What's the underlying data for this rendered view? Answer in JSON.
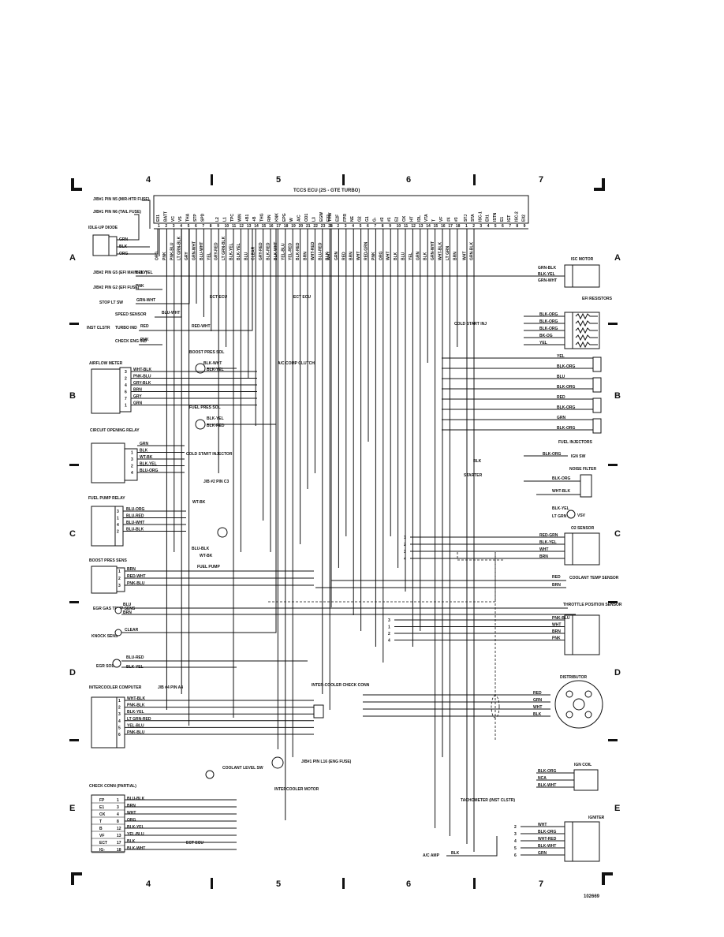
{
  "ecu": {
    "title": "TCCS ECU (2S - GTE TURBO)",
    "left_pins": [
      "E01",
      "BATT",
      "VC",
      "VS",
      "THA",
      "STP",
      "SPD",
      "",
      "L2",
      "L1",
      "TPC",
      "W/N",
      "+B1",
      "+B",
      "THG",
      "R/N",
      "KNK",
      "EPG",
      "W",
      "A/C",
      "OD1",
      "L3",
      "EGW",
      "E22"
    ],
    "middle_pins": [
      "THW",
      "E2F",
      "FPR",
      "NE",
      "G2",
      "G1",
      "G-",
      "#2",
      "#1",
      "E2",
      "OX",
      "HT",
      "IDL",
      "VTA",
      "T",
      "VF",
      "#4",
      "#3"
    ],
    "right_pins": [
      "STJ",
      "STA",
      "ISC-1",
      "E01",
      "ISTN",
      "E1",
      "IGT",
      "ISC-2",
      "E02"
    ]
  },
  "grid_numbers": [
    "4",
    "5",
    "6",
    "7"
  ],
  "grid_letters": [
    "A",
    "B",
    "C",
    "D",
    "E"
  ],
  "components": {
    "jb1_n5": "J/B#1 PIN N5 (MIR-HTR FUSE)",
    "jb1_n6": "J/B#1 PIN N6 (TAIL FUSE)",
    "idle_up_diode": "IDLE-UP DIODE",
    "jb2_g5": "J/B#2 PIN G5 (EFI MAIN RLY)",
    "jb2_g2": "J/B#2 PIN G2 (EFI FUSE)",
    "stop_lt_sw": "STOP LT SW",
    "speed_sensor": "SPEED SENSOR",
    "inst_clstr": "INST CLSTR",
    "turbo_ind": "TURBO IND",
    "check_eng_ind": "CHECK ENG IND",
    "boost_pres_sol": "BOOST PRES SOL",
    "ac_comp_clutch": "A/C COMP CLUTCH",
    "ect_ecu": "ECT ECU",
    "airflow_meter": "AIRFLOW METER",
    "fuel_pres_sol": "FUEL PRES SOL",
    "circuit_opening_relay": "CIRCUIT OPENING RELAY",
    "cold_start_injector": "COLD START INJECTOR",
    "jb2_c3": "J/B #2 PIN C3",
    "fuel_pump_relay": "FUEL PUMP RELAY",
    "fuel_pump": "FUEL PUMP",
    "boost_pres_sens": "BOOST PRES SENS",
    "egr_gas_temp": "EGR GAS TEMP SENS",
    "knock_sens": "KNOCK SENS",
    "egr_sol": "EGR SOL",
    "intercooler_computer": "INTERCOOLER COMPUTER",
    "jb4_a4": "J/B #4 PIN A4",
    "intercooler_check_conn": "INTER-COOLER CHECK CONN",
    "coolant_level_sw": "COOLANT LEVEL SW",
    "jb1_l16": "J/B#1 PIN L16 (ENG FUSE)",
    "intercooler_motor": "INTERCOOLER MOTOR",
    "check_conn": "CHECK CONN (PARTIAL)",
    "isc_motor": "ISC MOTOR",
    "efi_resistors": "EFI RESISTORS",
    "cold_start_inj": "COLD START INJ",
    "fuel_injectors": "FUEL INJECTORS",
    "ign_sw": "IGN SW",
    "noise_filter": "NOISE FILTER",
    "starter": "STARTER",
    "vsv": "VSV",
    "o2_sensor": "O2 SENSOR",
    "coolant_temp_sensor": "COOLANT TEMP SENSOR",
    "throttle_position_sensor": "THROTTLE POSITION SENSOR",
    "distributor": "DISTRIBUTOR",
    "ign_coil": "IGN COIL",
    "tachometer": "TACHOMETER (INST CLSTR)",
    "igniter": "IGNITER",
    "ac_amp": "A/C AMP",
    "ect_ecu_short": "ECT ECU"
  },
  "wires": {
    "idle_up": [
      "GRN",
      "BLK",
      "ORG"
    ],
    "speed": "BLU-WHT",
    "turbo": "RED",
    "turbo_out": "RED-WHT",
    "check": "PNK",
    "stop": "GRN-WHT",
    "g5": "BLK-YEL",
    "g2": "PNK",
    "boost_sol": [
      "BLK-WHT",
      "BLK-YEL"
    ],
    "airflow": [
      "WHT-BLK",
      "PNK-BLU",
      "GRY-BLK",
      "BRN",
      "GRY",
      "GRN"
    ],
    "fuel_sol": [
      "BLK-YEL",
      "BLK-RED"
    ],
    "cor": [
      "GRN",
      "BLK",
      "WT-BK",
      "BLK-YEL",
      "BLU-ORG"
    ],
    "jb_c3": "WT-BK",
    "fpr": [
      "BLU-ORG",
      "BLU-RED",
      "BLU-WHT",
      "BLU-BLK"
    ],
    "fuel_pump": [
      "BLU-BLK",
      "WT-BK"
    ],
    "boost_sens": [
      "BRN",
      "RED-WHT",
      "PNK-BLU"
    ],
    "egr_temp": [
      "BLU",
      "BRN"
    ],
    "knock": "CLEAR",
    "egr_sol": [
      "BLU-RED",
      "BLK-YEL"
    ],
    "intercooler": [
      "WHT-BLK",
      "PNK-BLK",
      "BLK-YEL",
      "LT GRN-RED",
      "YEL-BLU",
      "PNK-BLU"
    ],
    "check_conn_pins": [
      {
        "pin": "FP",
        "num": "1",
        "wire": "BLU-BLK"
      },
      {
        "pin": "E1",
        "num": "3",
        "wire": "BRN"
      },
      {
        "pin": "OX",
        "num": "4",
        "wire": "WHT"
      },
      {
        "pin": "T",
        "num": "8",
        "wire": "ORG"
      },
      {
        "pin": "B",
        "num": "12",
        "wire": "BLK-YEL"
      },
      {
        "pin": "VF",
        "num": "13",
        "wire": "YEL-BLU"
      },
      {
        "pin": "ECT",
        "num": "17",
        "wire": "BLK"
      },
      {
        "pin": "IG-",
        "num": "18",
        "wire": "BLK-WHT"
      }
    ],
    "isc": [
      "GRN-BLK",
      "BLK-YEL",
      "GRN-WHT"
    ],
    "efi_res": [
      "BLK-ORG",
      "BLK-ORG",
      "BLK-ORG",
      "BK-OG",
      "YEL"
    ],
    "injectors": [
      "YEL",
      "BLK-ORG",
      "BLU",
      "BLK-ORG",
      "RED",
      "BLK-ORG",
      "GRN",
      "BLK-ORG"
    ],
    "ign_sw": "BLK-ORG",
    "noise": [
      "BLK-ORG",
      "WHT-BLK"
    ],
    "vsv": [
      "BLK-YEL",
      "LT GRN"
    ],
    "o2": [
      "RED-GRN",
      "BLK-YEL",
      "WHT",
      "BRN"
    ],
    "coolant": [
      "RED",
      "BRN"
    ],
    "tps": [
      "PNK-BLU",
      "WHT",
      "BRN",
      "PNK"
    ],
    "dist": [
      "RED",
      "GRN",
      "WHT",
      "BLK"
    ],
    "ign_coil": [
      "BLK-ORG",
      "NCA",
      "BLK-WHT"
    ],
    "igniter": [
      "WHT",
      "BLK-ORG",
      "WHT-RED",
      "BLK-WHT",
      "GRN"
    ],
    "ac_amp": "BLK",
    "starter": "BLK",
    "cold_start": "GRN",
    "tach": "GRN",
    "wht_blk": "WHT-BLK",
    "pnk": "PNK"
  },
  "ecu_bottom_wires": [
    "ORG",
    "PNK",
    "PNK-BLU",
    "LT GRN-BLK",
    "GRY",
    "GRN-WHT",
    "BLU-WHT",
    "YEL",
    "GRY-RED",
    "LT GRN-BLK",
    "BLK-YEL",
    "BLK-YEL",
    "BLU",
    "CLEAR",
    "GRY-RED",
    "BLK-RED",
    "BLK-WHT",
    "YEL-BLU",
    "YEL-RED",
    "BLK-RED",
    "BRN",
    "WHT-RED",
    "BLU-RED",
    "BLK",
    "WHT",
    "GRN",
    "RED",
    "BRN",
    "WHT",
    "RED-GRN",
    "PNK",
    "ORG",
    "WHT",
    "BLK",
    "BLU",
    "YEL",
    "GRN",
    "BLK",
    "GRN-WHT",
    "WHT-BLK",
    "LT GRN",
    "BRN",
    "WHT",
    "GRN-BLK"
  ],
  "figure_id": "102669"
}
